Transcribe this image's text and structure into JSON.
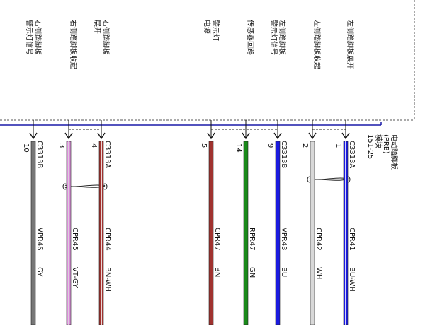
{
  "module": {
    "name_lines": [
      "电动踏脚板",
      "(PRB)",
      "模块",
      "151-25"
    ],
    "border_color": "#1a1aa8"
  },
  "pins": [
    {
      "id": "p10",
      "pin": "10",
      "connector": "C3313B",
      "circuit": "VPR46",
      "color_code": "GY",
      "label_lines": [
        "右侧踏脚板",
        "警示灯信号"
      ],
      "wire_colors": [
        "#777777"
      ]
    },
    {
      "id": "p3",
      "pin": "3",
      "connector": "",
      "circuit": "CPR45",
      "color_code": "VT-GY",
      "label_lines": [
        "右侧踏脚板收起"
      ],
      "wire_colors": [
        "#d98fd8",
        "#dddddd"
      ]
    },
    {
      "id": "p4",
      "pin": "4",
      "connector": "C3313A",
      "circuit": "CPR44",
      "color_code": "BN-WH",
      "label_lines": [
        "右侧踏脚板",
        "展开"
      ],
      "wire_colors": [
        "#a0322f",
        "#ffffff"
      ]
    },
    {
      "id": "p5",
      "pin": "5",
      "connector": "",
      "circuit": "CPR47",
      "color_code": "BN",
      "label_lines": [
        "警示灯",
        "电源"
      ],
      "wire_colors": [
        "#a0322f"
      ]
    },
    {
      "id": "p14",
      "pin": "14",
      "connector": "",
      "circuit": "RPR47",
      "color_code": "GN",
      "label_lines": [
        "传感器回路"
      ],
      "wire_colors": [
        "#1a8a1a"
      ]
    },
    {
      "id": "p9",
      "pin": "9",
      "connector": "C3313B",
      "circuit": "VPR43",
      "color_code": "BU",
      "label_lines": [
        "左侧踏脚板",
        "警示灯信号"
      ],
      "wire_colors": [
        "#1a1ae0"
      ]
    },
    {
      "id": "p2",
      "pin": "2",
      "connector": "",
      "circuit": "CPR42",
      "color_code": "WH",
      "label_lines": [
        "左侧踏脚板收起"
      ],
      "wire_colors": [
        "#d8d8d8"
      ]
    },
    {
      "id": "p1",
      "pin": "1",
      "connector": "C3313A",
      "circuit": "CPR41",
      "color_code": "BU-WH",
      "label_lines": [
        "左侧踏脚板展开"
      ],
      "wire_colors": [
        "#1a1ae0",
        "#ffffff"
      ]
    }
  ]
}
